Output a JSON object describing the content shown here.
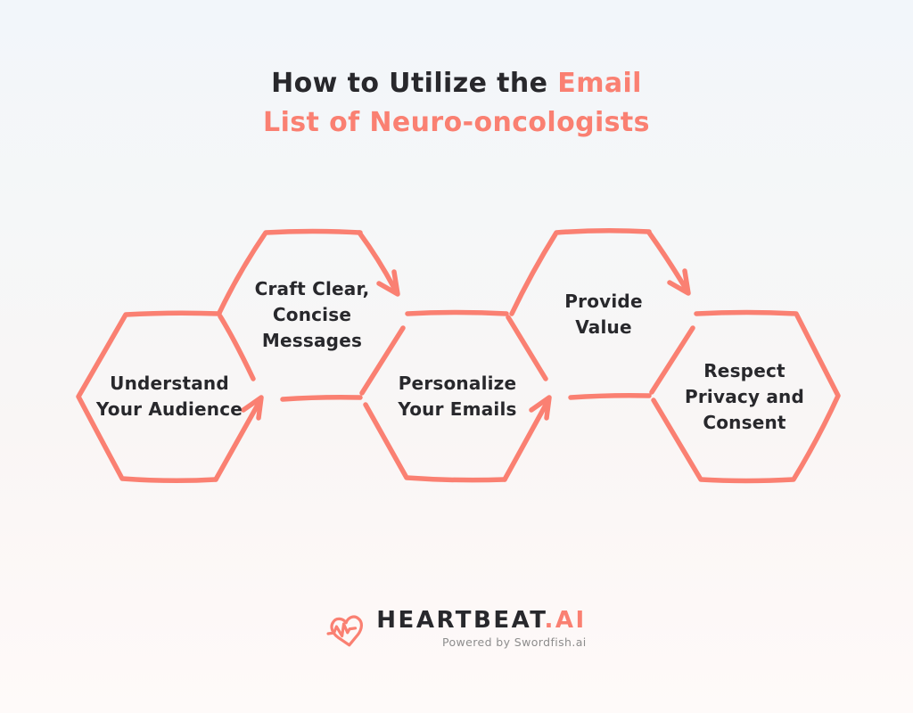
{
  "colors": {
    "accent": "#fa8072",
    "text_dark": "#28282c",
    "tagline_gray": "#8d8d8d",
    "background_top": "#f2f6fa",
    "background_bottom": "#fefaf9"
  },
  "title": {
    "line1_dark": "How to Utilize the",
    "line1_accent": "Email",
    "line2": "List of Neuro-oncologists"
  },
  "steps": [
    {
      "id": 1,
      "lines": [
        "Understand",
        "Your Audience"
      ]
    },
    {
      "id": 2,
      "lines": [
        "Craft Clear,",
        "Concise",
        "Messages"
      ]
    },
    {
      "id": 3,
      "lines": [
        "Personalize",
        "Your Emails"
      ]
    },
    {
      "id": 4,
      "lines": [
        "Provide",
        "Value"
      ]
    },
    {
      "id": 5,
      "lines": [
        "Respect",
        "Privacy and",
        "Consent"
      ]
    }
  ],
  "footer": {
    "logo_icon": "heart-pulse-icon",
    "brand_name": "HEARTBEAT",
    "brand_suffix": ".AI",
    "tagline": "Powered by Swordfish.ai"
  }
}
